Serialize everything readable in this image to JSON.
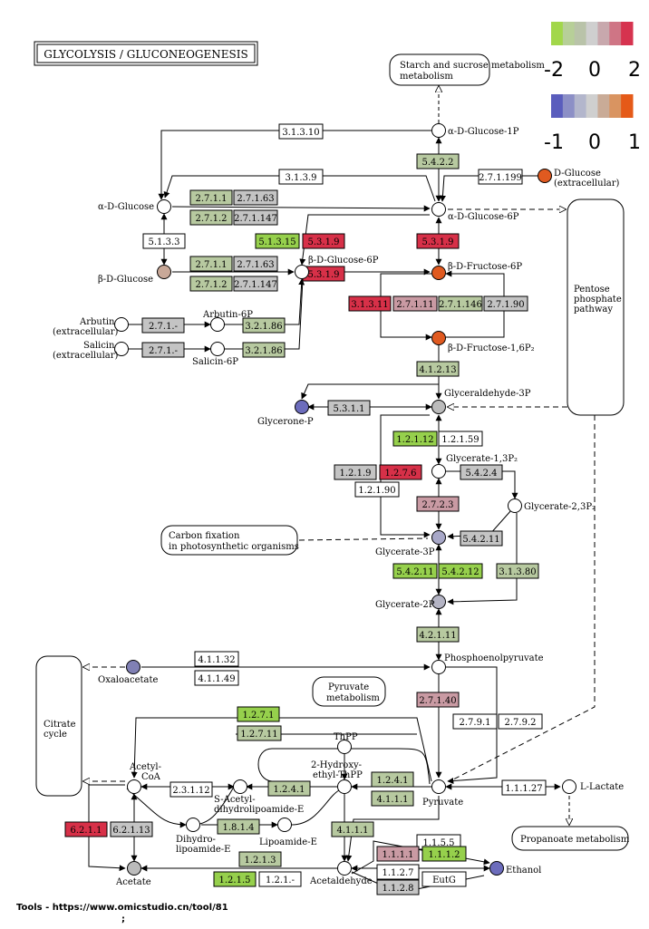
{
  "title": "GLYCOLYSIS / GLUCONEOGENESIS",
  "legend": [
    {
      "ticks": [
        "-2",
        "0",
        "2"
      ],
      "colors": [
        "#a2d74a",
        "#b7cf98",
        "#b9c3a9",
        "#cfcfcf",
        "#c8a8ad",
        "#cf7585",
        "#d6334f"
      ]
    },
    {
      "ticks": [
        "-1",
        "0",
        "1"
      ],
      "colors": [
        "#5a5dbd",
        "#8c8fc6",
        "#b3b6cc",
        "#cfcfcf",
        "#c9ab97",
        "#d99461",
        "#e55a18"
      ]
    }
  ],
  "colors": {
    "green_bright": "#96d04c",
    "green_pale": "#b7c9a0",
    "grey": "#c4c4c4",
    "red": "#d73048",
    "pink": "#c99aa3",
    "orange": "#e05a20",
    "node_blue": "#6c6cbc",
    "node_grey": "#bbbbbb",
    "node_brown": "#c8a898",
    "white": "#ffffff"
  },
  "compounds": {
    "starch": "Starch and sucrose metabolism",
    "a_glc_1p": "α-D-Glucose-1P",
    "a_glc": "α-D-Glucose",
    "a_glc_6p": "α-D-Glucose-6P",
    "d_glc_ext_1": "D-Glucose",
    "d_glc_ext_2": "(extracellular)",
    "b_glc": "β-D-Glucose",
    "b_glc_6p": "β-D-Glucose-6P",
    "b_fru_6p": "β-D-Fructose-6P",
    "b_fru_16p": "β-D-Fructose-1,6P₂",
    "arbutin_1": "Arbutin",
    "arbutin_2": "(extracellular)",
    "arbutin_6p": "Arbutin-6P",
    "salicin_1": "Salicin",
    "salicin_2": "(extracellular)",
    "salicin_6p": "Salicin-6P",
    "pentose_1": "Pentose",
    "pentose_2": "phosphate",
    "pentose_3": "pathway",
    "gap": "Glyceraldehyde-3P",
    "glycerone": "Glycerone-P",
    "g13p2": "Glycerate-1,3P₂",
    "g23p2": "Glycerate-2,3P₂",
    "carbon_1": "Carbon fixation",
    "carbon_2": "in photosynthetic organisms",
    "g3p": "Glycerate-3P",
    "g2p": "Glycerate-2P",
    "pep": "Phosphoenolpyruvate",
    "oxalo": "Oxaloacetate",
    "citrate_1": "Citrate",
    "citrate_2": "cycle",
    "pyr_met_1": "Pyruvate",
    "pyr_met_2": "metabolism",
    "tpp": "ThPP",
    "hetpp_1": "2-Hydroxy-",
    "hetpp_2": "ethyl-ThPP",
    "acoa_1": "Acetyl-",
    "acoa_2": "CoA",
    "sadl_1": "S-Acetyl-",
    "sadl_2": "dihydrolipoamide-E",
    "dhl_1": "Dihydro-",
    "dhl_2": "lipoamide-E",
    "lipo": "Lipoamide-E",
    "pyruvate": "Pyruvate",
    "llac": "L-Lactate",
    "propanoate": "Propanoate metabolism",
    "acetate": "Acetate",
    "acetald": "Acetaldehyde",
    "ethanol": "Ethanol"
  },
  "enzymes": [
    {
      "id": "3.1.3.10",
      "color": "white"
    },
    {
      "id": "5.4.2.2",
      "color": "green_pale"
    },
    {
      "id": "3.1.3.9",
      "color": "white"
    },
    {
      "id": "2.7.1.199",
      "color": "white"
    },
    {
      "id": "2.7.1.1",
      "color": "green_pale"
    },
    {
      "id": "2.7.1.63",
      "color": "grey"
    },
    {
      "id": "2.7.1.2",
      "color": "green_pale"
    },
    {
      "id": "2.7.1.147",
      "color": "grey"
    },
    {
      "id": "5.1.3.3",
      "color": "white"
    },
    {
      "id": "5.1.3.15",
      "color": "green_bright"
    },
    {
      "id": "5.3.1.9",
      "color": "red"
    },
    {
      "id": "5.3.1.9",
      "color": "red"
    },
    {
      "id": "2.7.1.1",
      "color": "green_pale"
    },
    {
      "id": "2.7.1.63",
      "color": "grey"
    },
    {
      "id": "2.7.1.2",
      "color": "green_pale"
    },
    {
      "id": "2.7.1.147",
      "color": "grey"
    },
    {
      "id": "5.3.1.9",
      "color": "red"
    },
    {
      "id": "3.1.3.11",
      "color": "red"
    },
    {
      "id": "2.7.1.11",
      "color": "pink"
    },
    {
      "id": "2.7.1.146",
      "color": "green_pale"
    },
    {
      "id": "2.7.1.90",
      "color": "grey"
    },
    {
      "id": "2.7.1.-",
      "color": "grey"
    },
    {
      "id": "3.2.1.86",
      "color": "green_pale"
    },
    {
      "id": "2.7.1.-",
      "color": "grey"
    },
    {
      "id": "3.2.1.86",
      "color": "green_pale"
    },
    {
      "id": "4.1.2.13",
      "color": "green_pale"
    },
    {
      "id": "5.3.1.1",
      "color": "grey"
    },
    {
      "id": "1.2.1.12",
      "color": "green_bright"
    },
    {
      "id": "1.2.1.59",
      "color": "white"
    },
    {
      "id": "1.2.1.9",
      "color": "grey"
    },
    {
      "id": "1.2.7.6",
      "color": "red"
    },
    {
      "id": "5.4.2.4",
      "color": "grey"
    },
    {
      "id": "1.2.1.90",
      "color": "white"
    },
    {
      "id": "2.7.2.3",
      "color": "pink"
    },
    {
      "id": "5.4.2.11",
      "color": "grey"
    },
    {
      "id": "5.4.2.11",
      "color": "green_bright"
    },
    {
      "id": "5.4.2.12",
      "color": "green_bright"
    },
    {
      "id": "3.1.3.80",
      "color": "green_pale"
    },
    {
      "id": "4.2.1.11",
      "color": "green_pale"
    },
    {
      "id": "4.1.1.32",
      "color": "white"
    },
    {
      "id": "4.1.1.49",
      "color": "white"
    },
    {
      "id": "2.7.1.40",
      "color": "pink"
    },
    {
      "id": "2.7.9.1",
      "color": "white"
    },
    {
      "id": "2.7.9.2",
      "color": "white"
    },
    {
      "id": "1.2.7.1",
      "color": "green_bright"
    },
    {
      "id": "1.2.7.11",
      "color": "green_pale"
    },
    {
      "id": "2.3.1.12",
      "color": "white"
    },
    {
      "id": "1.2.4.1",
      "color": "green_pale"
    },
    {
      "id": "1.2.4.1",
      "color": "green_pale"
    },
    {
      "id": "4.1.1.1",
      "color": "green_pale"
    },
    {
      "id": "1.1.1.27",
      "color": "white"
    },
    {
      "id": "1.8.1.4",
      "color": "green_pale"
    },
    {
      "id": "4.1.1.1",
      "color": "green_pale"
    },
    {
      "id": "6.2.1.1",
      "color": "red"
    },
    {
      "id": "6.2.1.13",
      "color": "grey"
    },
    {
      "id": "1.2.1.3",
      "color": "green_pale"
    },
    {
      "id": "1.2.1.5",
      "color": "green_bright"
    },
    {
      "id": "1.2.1.-",
      "color": "white"
    },
    {
      "id": "1.1.5.5",
      "color": "white"
    },
    {
      "id": "1.1.1.1",
      "color": "pink"
    },
    {
      "id": "1.1.1.2",
      "color": "green_bright"
    },
    {
      "id": "1.1.2.7",
      "color": "white"
    },
    {
      "id": "EutG",
      "color": "white"
    },
    {
      "id": "1.1.2.8",
      "color": "grey"
    }
  ],
  "footer": {
    "line1": "Tools - https://www.omicstudio.cn/tool/81",
    "line2": ";"
  }
}
